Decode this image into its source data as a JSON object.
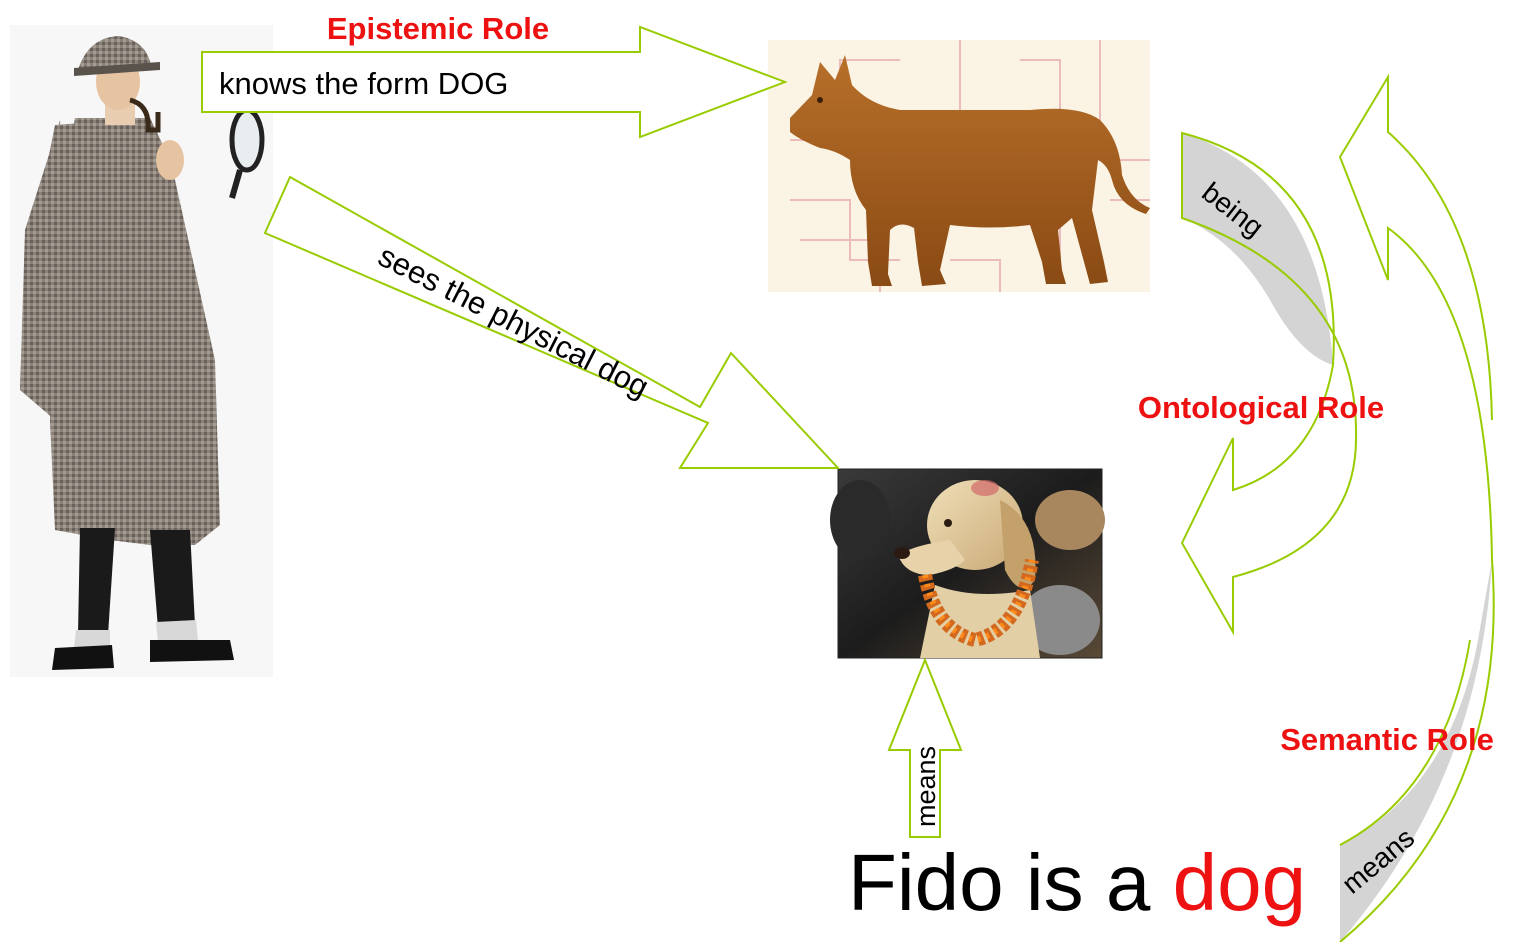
{
  "epistemic": {
    "title": "Epistemic Role",
    "text": "knows the form DOG"
  },
  "sees": {
    "text": "sees the physical dog"
  },
  "ontological": {
    "title": "Ontological Role",
    "text": "being"
  },
  "semantic": {
    "title": "Semantic Role",
    "text": "means"
  },
  "means_up": {
    "text": "means"
  },
  "sentence": {
    "part1": "Fido is a ",
    "part2": "dog"
  },
  "colors": {
    "arrow_stroke": "#99cc00",
    "arrow_fill_gray": "#d4d4d4",
    "accent_red": "#ee1111"
  },
  "images": {
    "detective": "detective-figure",
    "form_dog": "idealized-dog-drawing",
    "physical_dog": "dog-photo"
  }
}
